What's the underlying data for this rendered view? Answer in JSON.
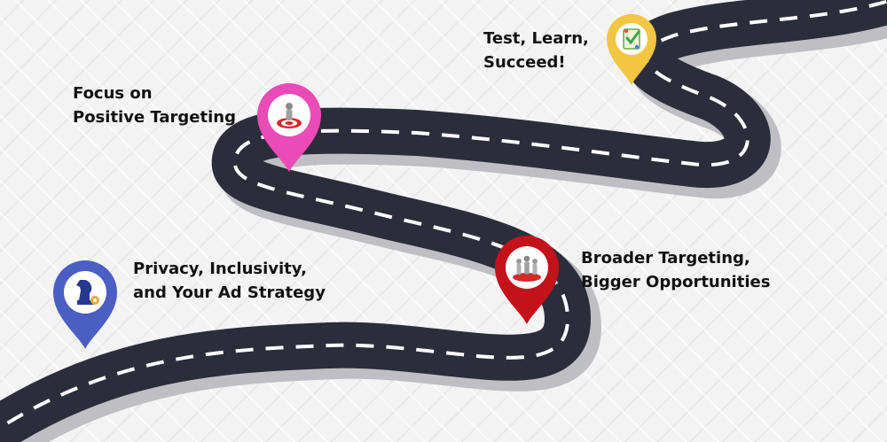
{
  "milestones": [
    {
      "lines": [
        "Privacy, Inclusivity,",
        "and Your Ad Strategy"
      ],
      "color": "#4a5fc1",
      "icon": "chess-knight-gear-icon"
    },
    {
      "lines": [
        "Focus on",
        "Positive Targeting"
      ],
      "color": "#ea4bb8",
      "icon": "target-person-icon"
    },
    {
      "lines": [
        "Broader Targeting,",
        "Bigger Opportunities"
      ],
      "color": "#c4121b",
      "icon": "audience-group-icon"
    },
    {
      "lines": [
        "Test, Learn,",
        "Succeed!"
      ],
      "color": "#f2c640",
      "icon": "checklist-icon"
    }
  ]
}
